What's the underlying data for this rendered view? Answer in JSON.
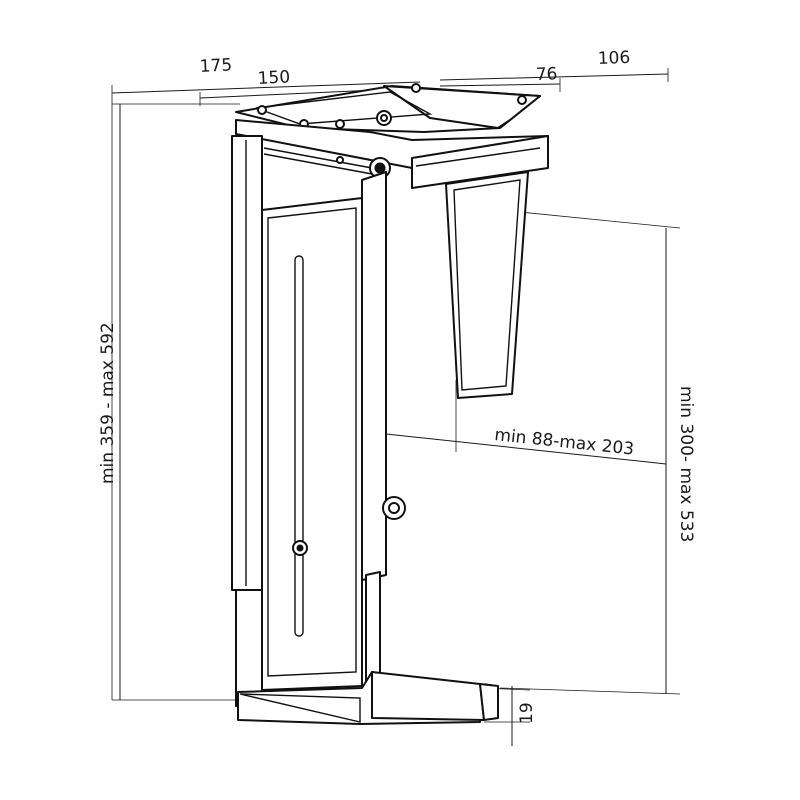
{
  "dimensions": {
    "top_depth": "175",
    "top_plate_width": "150",
    "top_right_depth": "106",
    "top_right_inner": "76",
    "overall_height": "min 359 - max 592",
    "strap_width": "min 88-max 203",
    "inner_height": "min 300- max 533",
    "foot_height": "19"
  }
}
